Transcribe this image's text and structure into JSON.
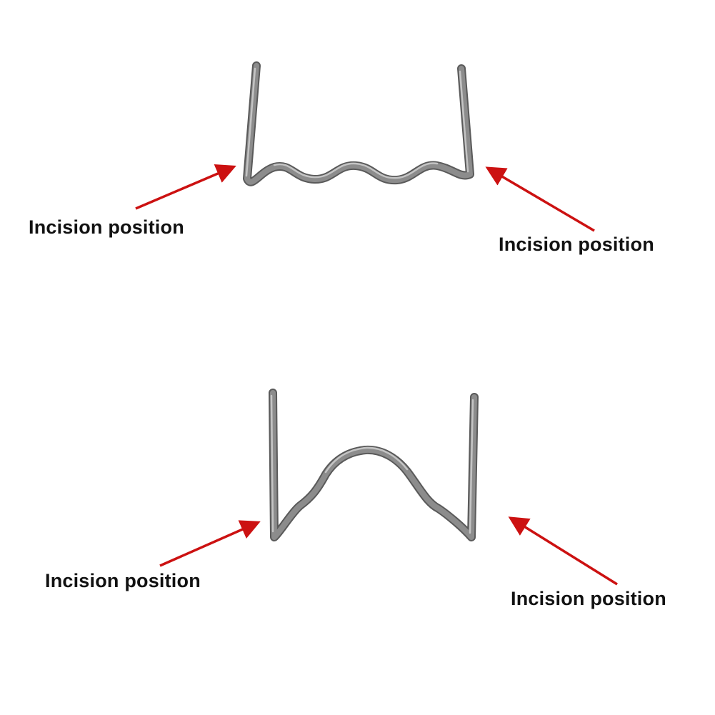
{
  "labels": {
    "top_left": "Incision position",
    "top_right": "Incision position",
    "bottom_left": "Incision position",
    "bottom_right": "Incision position"
  },
  "colors": {
    "background": "#ffffff",
    "arrow": "#cc1111",
    "label_text": "#111111",
    "wire_dark": "#5a5a5a",
    "wire_mid": "#8c8c8c",
    "wire_light": "#c4c4c4"
  },
  "parts": {
    "top_staple": "wave-staple",
    "bottom_staple": "v-staple"
  }
}
